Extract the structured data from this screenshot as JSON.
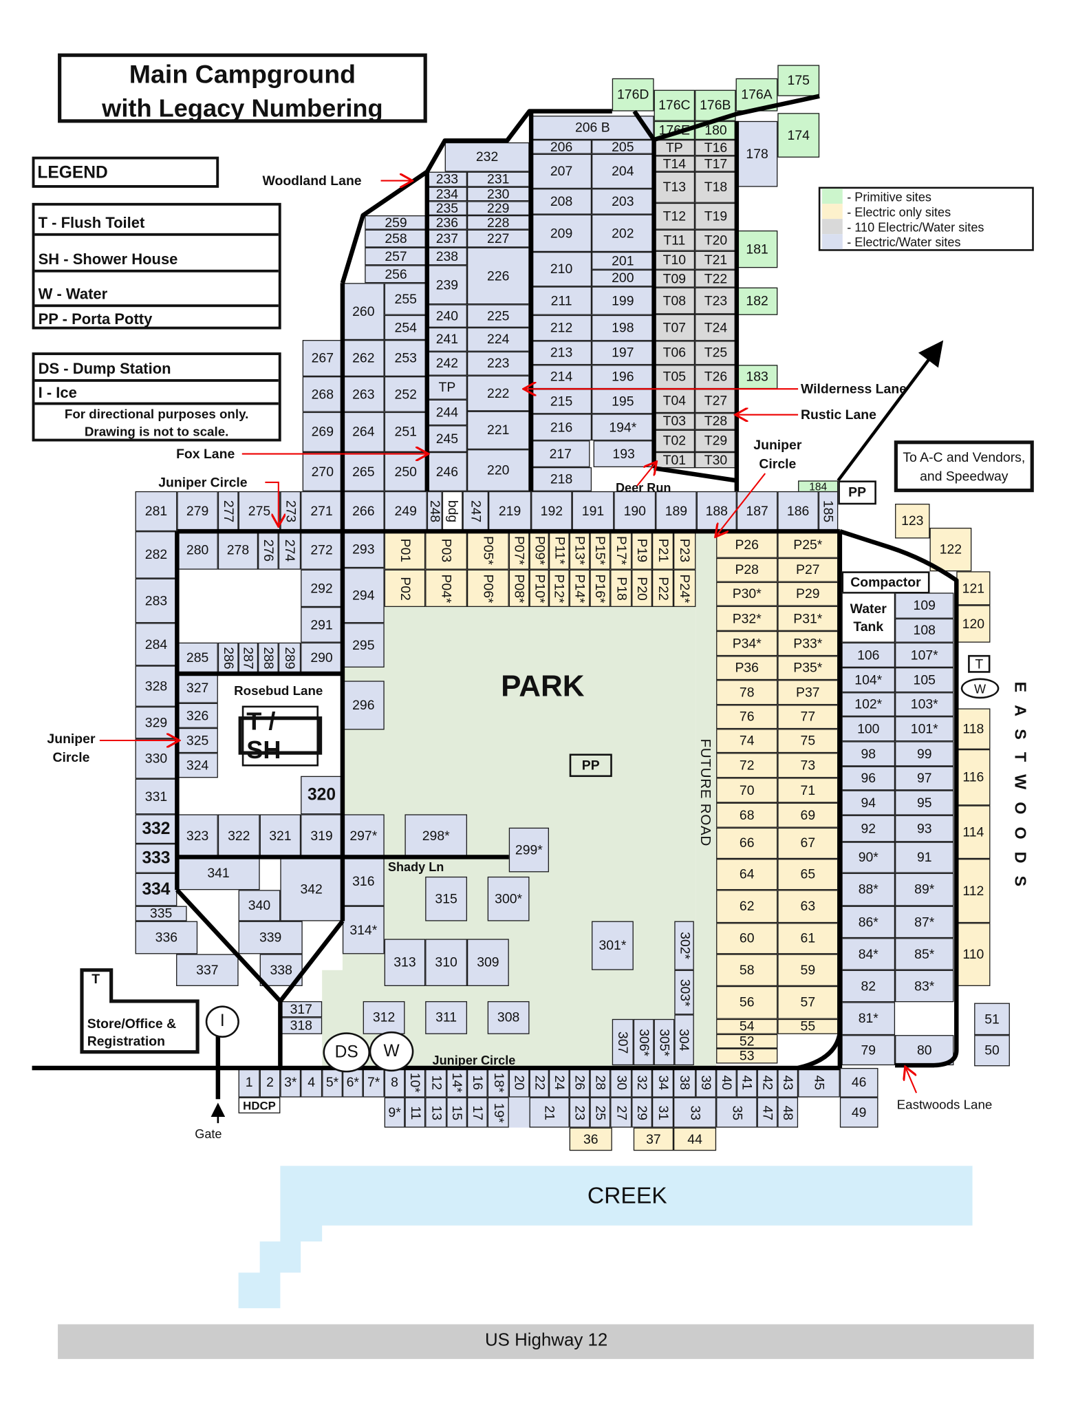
{
  "title": {
    "line1": "Main Campground",
    "line2": "with Legacy Numbering"
  },
  "legend": {
    "heading": "LEGEND",
    "items": [
      "T - Flush Toilet",
      "SH - Shower House",
      "W - Water",
      "PP - Porta Potty"
    ],
    "items2": [
      "DS - Dump Station",
      "I - Ice"
    ],
    "note": [
      "For directional purposes only.",
      "Drawing is not to scale."
    ]
  },
  "color_legend": [
    {
      "label": "- Primitive sites",
      "color": "#ccf5cc"
    },
    {
      "label": "- Electric only sites",
      "color": "#fdf1cc"
    },
    {
      "label": "- 110 Electric/Water sites",
      "color": "#d9d9d9"
    },
    {
      "label": "- Electric/Water sites",
      "color": "#d9dff0"
    }
  ],
  "colors": {
    "park": "#e2ecda",
    "creek": "#d4eefa",
    "highway": "#cccccc",
    "arrow": "#ee0000"
  },
  "labels": {
    "woodland": "Woodland Lane",
    "fox": "Fox Lane",
    "juniper_top": "Juniper Circle",
    "juniper_left": [
      "Juniper",
      "Circle"
    ],
    "wilderness": "Wilderness Lane",
    "rustic": "Rustic Lane",
    "juniper_right": [
      "Juniper",
      "Circle"
    ],
    "deer": "Deer Run",
    "rosebud": "Rosebud Lane",
    "shady": "Shady Ln",
    "juniper_bottom": "Juniper Circle",
    "eastwoods_lane": "Eastwoods Lane",
    "park": "PARK",
    "future_road": "FUTURE ROAD",
    "eastwoods": "EASTWOODS",
    "creek": "CREEK",
    "highway": "US Highway 12",
    "gate": "Gate",
    "store": [
      "Store/Office &",
      "Registration"
    ],
    "destination": [
      "To A-C and Vendors,",
      "and Speedway"
    ]
  },
  "facilities": {
    "t_sh": "T / SH",
    "pp": "PP",
    "pp_north": "PP",
    "ds": "DS",
    "water": "W",
    "water_east": "W",
    "ice": "I",
    "toilet_store": "T",
    "toilet_east": "T",
    "compactor": "Compactor",
    "water_tank": [
      "Water",
      "Tank"
    ],
    "hdcp": "HDCP"
  },
  "sites": {
    "primitive": [
      "176D",
      "176C",
      "176B",
      "176A",
      "175",
      "174",
      "176E",
      "180",
      "181",
      "182",
      "183",
      "184"
    ],
    "electric_water_110": [
      "TP",
      "T16",
      "T14",
      "T17",
      "T13",
      "T18",
      "T12",
      "T19",
      "T11",
      "T20",
      "T10",
      "T21",
      "T09",
      "T22",
      "T08",
      "T23",
      "T07",
      "T24",
      "T06",
      "T25",
      "T05",
      "T26",
      "T04",
      "T27",
      "T03",
      "T28",
      "T02",
      "T29",
      "T01",
      "T30"
    ],
    "electric_only": [
      "P01",
      "P03",
      "P05*",
      "P07*",
      "P09*",
      "P11*",
      "P13*",
      "P15*",
      "P17*",
      "P19",
      "P21",
      "P23",
      "P02",
      "P04*",
      "P06*",
      "P08*",
      "P10*",
      "P12*",
      "P14*",
      "P16*",
      "P18",
      "P20",
      "P22",
      "P24*",
      "P26",
      "P25*",
      "P28",
      "P27",
      "P30*",
      "P29",
      "P32*",
      "P31*",
      "P34*",
      "P33*",
      "P36",
      "P35*",
      "78",
      "P37",
      "76",
      "77",
      "74",
      "75",
      "72",
      "73",
      "70",
      "71",
      "68",
      "69",
      "66",
      "67",
      "64",
      "65",
      "62",
      "63",
      "60",
      "61",
      "58",
      "59",
      "56",
      "57",
      "54",
      "55",
      "52",
      "53",
      "123",
      "122",
      "121",
      "120",
      "118",
      "116",
      "114",
      "112",
      "110",
      "36",
      "37",
      "44"
    ],
    "electric_water": [
      "206 B",
      "206",
      "205",
      "207",
      "204",
      "208",
      "203",
      "209",
      "202",
      "210",
      "201",
      "200",
      "211",
      "199",
      "212",
      "198",
      "213",
      "197",
      "214",
      "196",
      "215",
      "195",
      "216",
      "194*",
      "217",
      "193",
      "218",
      "178",
      "232",
      "233",
      "231",
      "234",
      "230",
      "235",
      "229",
      "236",
      "228",
      "237",
      "227",
      "238",
      "239",
      "226",
      "240",
      "225",
      "241",
      "224",
      "242",
      "223",
      "TP",
      "244",
      "245",
      "246",
      "222",
      "221",
      "220",
      "259",
      "258",
      "257",
      "256",
      "260",
      "255",
      "254",
      "267",
      "262",
      "253",
      "268",
      "263",
      "252",
      "269",
      "264",
      "251",
      "270",
      "265",
      "250",
      "281",
      "279",
      "277",
      "275",
      "273",
      "271",
      "266",
      "249",
      "248",
      "247",
      "219",
      "192",
      "191",
      "190",
      "189",
      "188",
      "187",
      "186",
      "185",
      "282",
      "283",
      "284",
      "328",
      "329",
      "330",
      "331",
      "332",
      "333",
      "334",
      "335",
      "336",
      "337",
      "280",
      "278",
      "276",
      "274",
      "272",
      "293",
      "294",
      "295",
      "296",
      "292",
      "291",
      "290",
      "285",
      "286",
      "287",
      "288",
      "289",
      "327",
      "326",
      "325",
      "324",
      "320",
      "323",
      "322",
      "321",
      "319",
      "297*",
      "298*",
      "299*",
      "341",
      "342",
      "340",
      "316",
      "314*",
      "339",
      "338",
      "315",
      "300*",
      "313",
      "310",
      "309",
      "301*",
      "302*",
      "303*",
      "304",
      "305*",
      "306*",
      "307",
      "317",
      "318",
      "312",
      "311",
      "308",
      "109",
      "108",
      "106",
      "107*",
      "104*",
      "105",
      "102*",
      "103*",
      "100",
      "101*",
      "98",
      "99",
      "96",
      "97",
      "94",
      "95",
      "92",
      "93",
      "90*",
      "91",
      "88*",
      "89*",
      "86*",
      "87*",
      "84*",
      "85*",
      "82",
      "83*",
      "81*",
      "79",
      "80",
      "51",
      "50",
      "1",
      "2",
      "3*",
      "4",
      "5*",
      "6*",
      "7*",
      "8",
      "10*",
      "12",
      "14*",
      "16",
      "18*",
      "20",
      "22",
      "24",
      "26",
      "28",
      "30",
      "32",
      "34",
      "38",
      "39",
      "40",
      "41",
      "42",
      "43",
      "45",
      "46",
      "9*",
      "11",
      "13",
      "15",
      "17",
      "19*",
      "21",
      "23",
      "25",
      "27",
      "29",
      "31",
      "33",
      "35",
      "47",
      "48",
      "49"
    ],
    "other": [
      "bdg"
    ]
  }
}
